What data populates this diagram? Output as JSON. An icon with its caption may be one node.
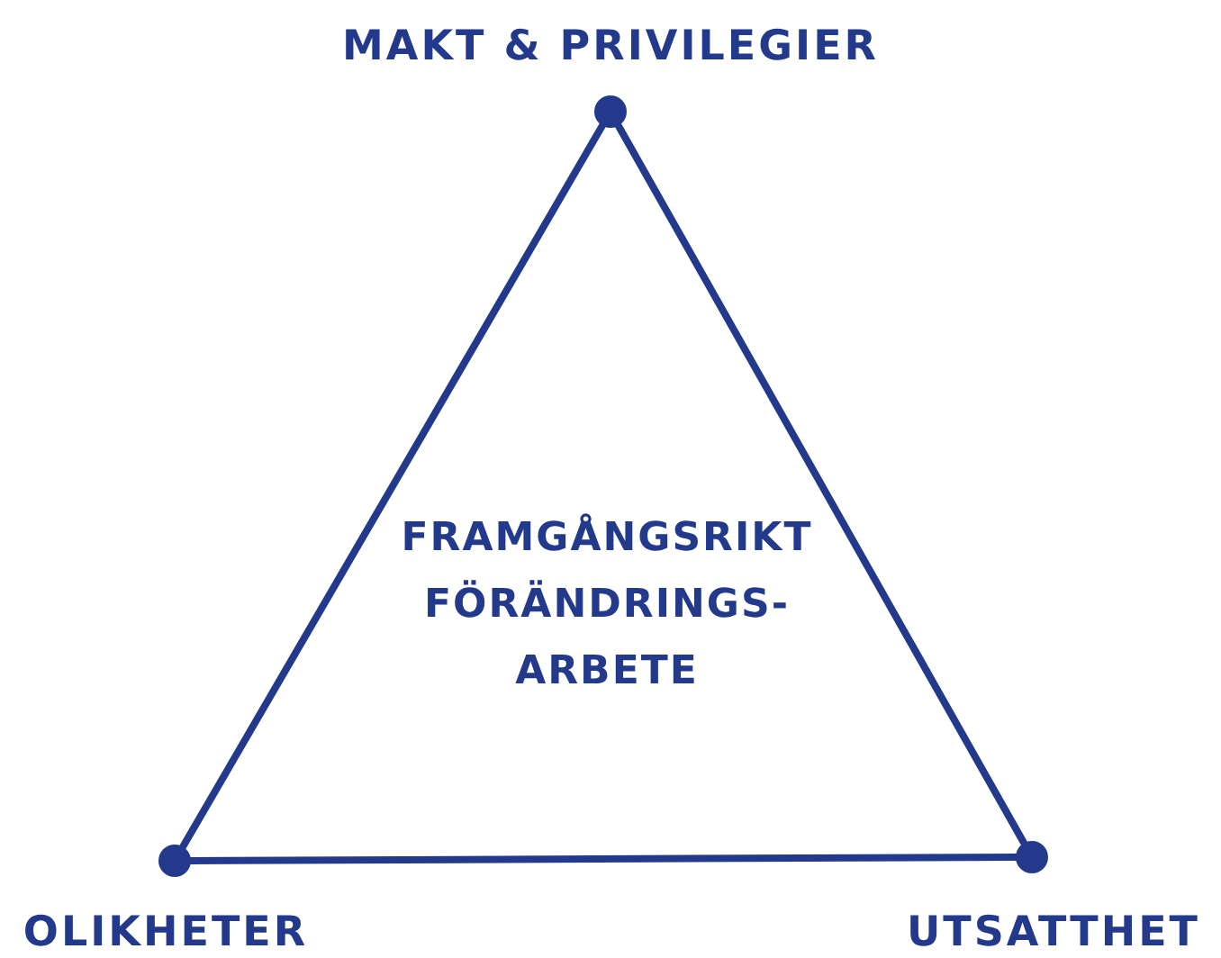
{
  "diagram": {
    "nodes": [
      {
        "text": [],
        "shape": "circle",
        "beside": [
          "MAKT & PRIVILEGIER"
        ]
      },
      {
        "text": [],
        "shape": "circle",
        "beside": [
          "OLIKHETER"
        ]
      },
      {
        "text": [],
        "shape": "circle",
        "beside": [
          "UTSATTHET"
        ]
      }
    ],
    "edges": [
      {
        "from": 0,
        "to": 1,
        "arrow": "none"
      },
      {
        "from": 1,
        "to": 2,
        "arrow": "none"
      },
      {
        "from": 2,
        "to": 0,
        "arrow": "none"
      }
    ],
    "labels": [
      "FRAMGÅNGSRIKT FÖRÄNDRINGS- ARBETE"
    ]
  }
}
